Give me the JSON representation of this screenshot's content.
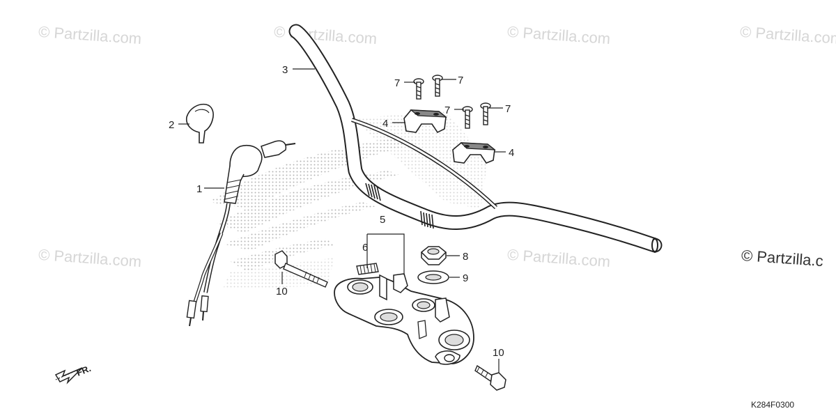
{
  "watermark": {
    "faint": "© Partzilla.com",
    "main": "© Partzilla.c"
  },
  "callouts": {
    "c1": "1",
    "c2": "2",
    "c3": "3",
    "c4a": "4",
    "c4b": "4",
    "c5": "5",
    "c6": "6",
    "c7a": "7",
    "c7b": "7",
    "c7c": "7",
    "c7d": "7",
    "c8": "8",
    "c9": "9",
    "c10a": "10",
    "c10b": "10"
  },
  "direction_label": "FR.",
  "diagram_code": "K284F0300",
  "colors": {
    "line": "#222222",
    "part_fill": "#ffffff",
    "shade": "#bdbdbd",
    "watermark": "#d6d6d6"
  }
}
